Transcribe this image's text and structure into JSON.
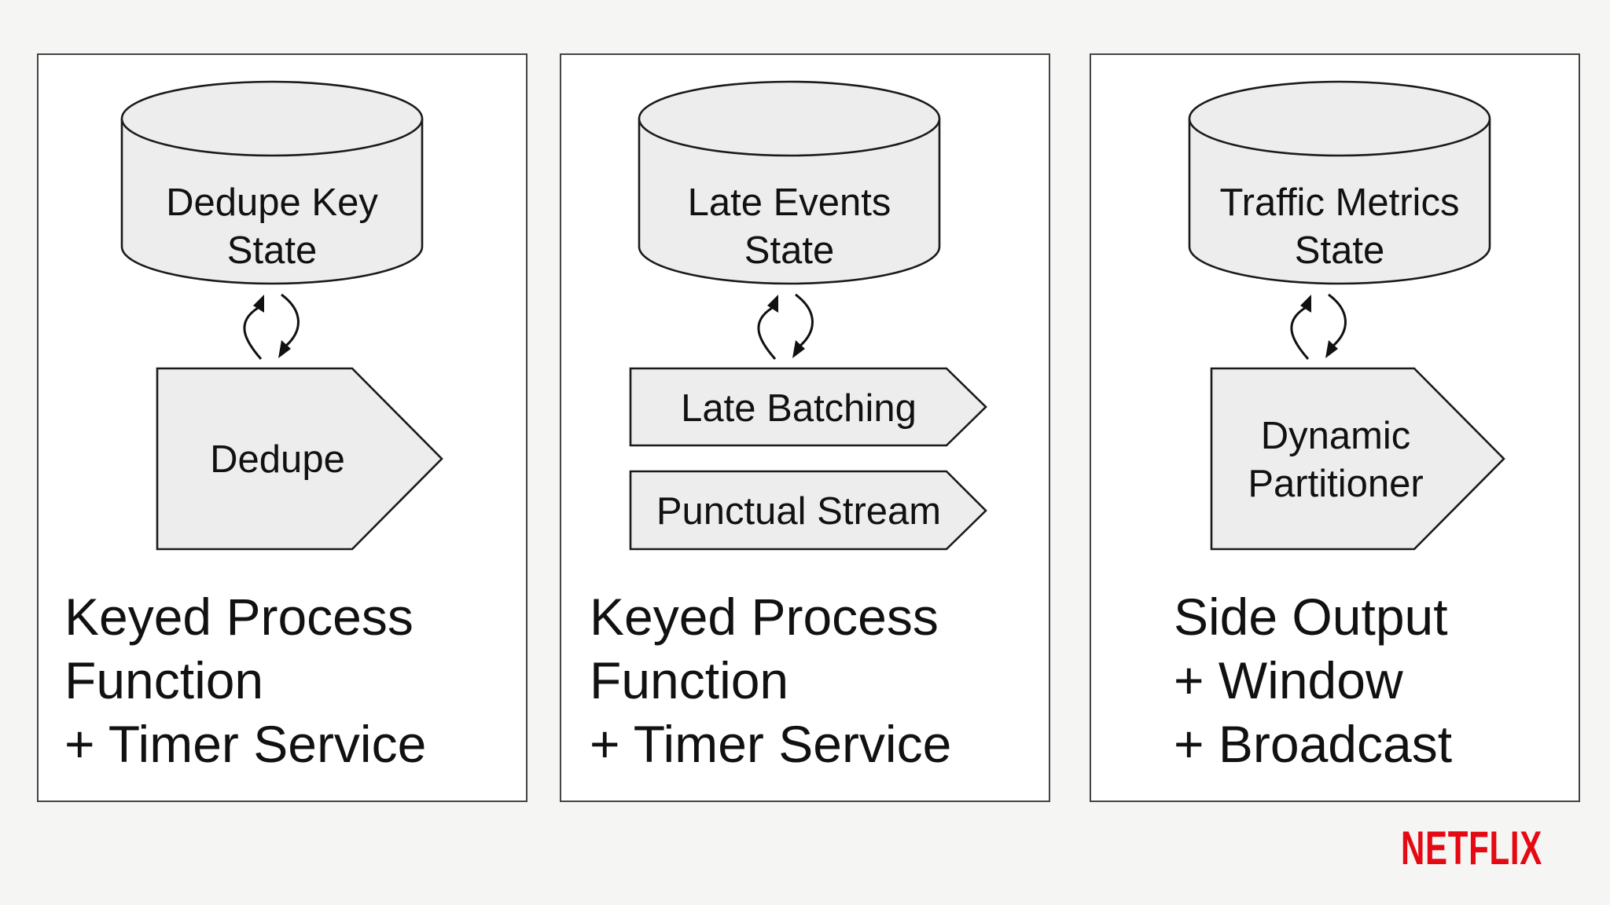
{
  "panels": [
    {
      "state_label": [
        "Dedupe Key",
        "State"
      ],
      "processors": [
        {
          "label": [
            "Dedupe"
          ]
        }
      ],
      "caption": [
        "Keyed Process",
        "Function",
        "+ Timer Service"
      ]
    },
    {
      "state_label": [
        "Late Events",
        "State"
      ],
      "processors": [
        {
          "label": [
            "Late Batching"
          ]
        },
        {
          "label": [
            "Punctual Stream"
          ]
        }
      ],
      "caption": [
        "Keyed Process",
        "Function",
        "+ Timer Service"
      ]
    },
    {
      "state_label": [
        "Traffic Metrics",
        "State"
      ],
      "processors": [
        {
          "label": [
            "Dynamic",
            "Partitioner"
          ]
        }
      ],
      "caption": [
        "Side Output",
        "+ Window",
        "+ Broadcast"
      ]
    }
  ],
  "logo": {
    "text": "NETFLIX",
    "color": "#e50914"
  }
}
